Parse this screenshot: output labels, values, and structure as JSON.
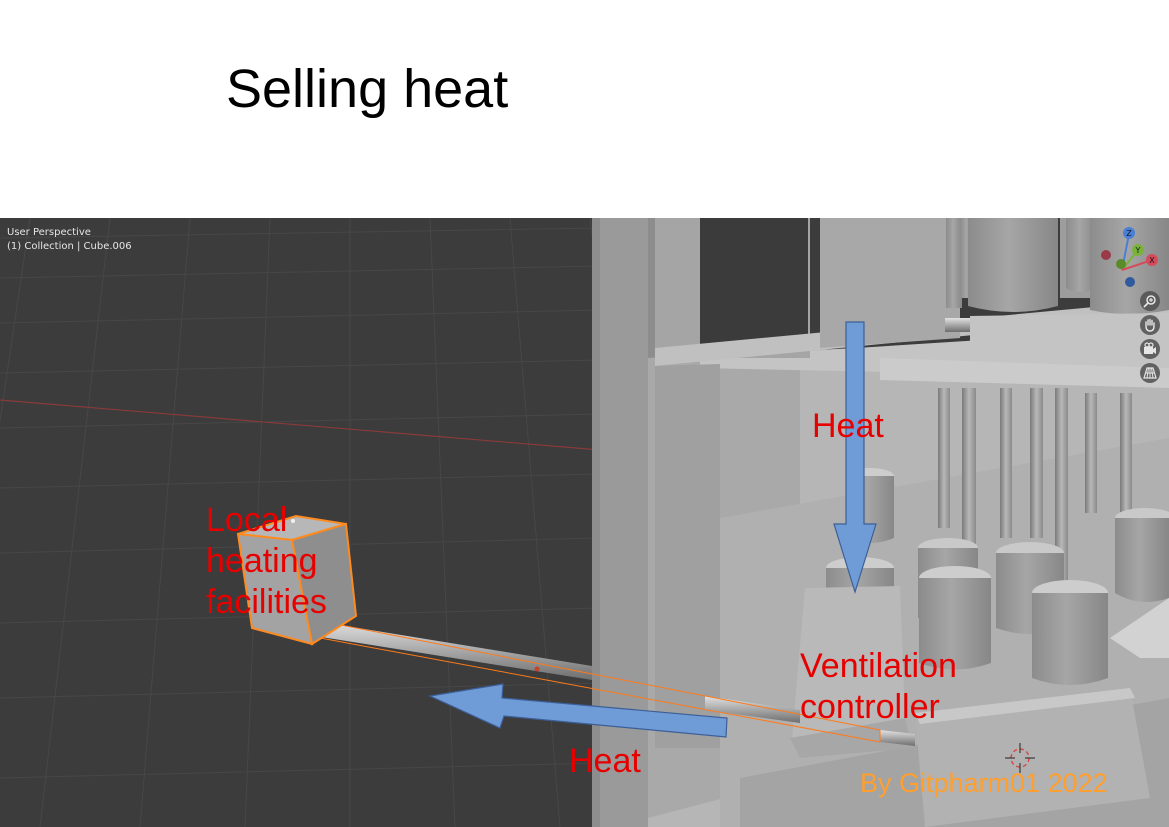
{
  "slide": {
    "title": "Selling heat"
  },
  "viewport": {
    "perspective_label": "User Perspective",
    "collection_label": "(1) Collection | Cube.006",
    "background_color": "#3c3c3c"
  },
  "labels": {
    "heat_top": "Heat",
    "heat_bottom": "Heat",
    "local_heating_line1": "Local",
    "local_heating_line2": "heating",
    "local_heating_line3": "facilities",
    "ventilation_line1": "Ventilation",
    "ventilation_line2": "controller",
    "credit": "By Gitpharm01 2022"
  },
  "gizmo": {
    "axis_z": "Z",
    "axis_y": "Y",
    "axis_x": "X"
  },
  "nav_buttons": [
    {
      "icon": "zoom-icon"
    },
    {
      "icon": "hand-pan-icon"
    },
    {
      "icon": "camera-icon"
    },
    {
      "icon": "grid-view-icon"
    }
  ],
  "colors": {
    "label_red": "#e60000",
    "arrow_blue": "#6f9bd6",
    "selection_orange": "#ff8a1f",
    "credit_orange": "#ff9f2e"
  }
}
